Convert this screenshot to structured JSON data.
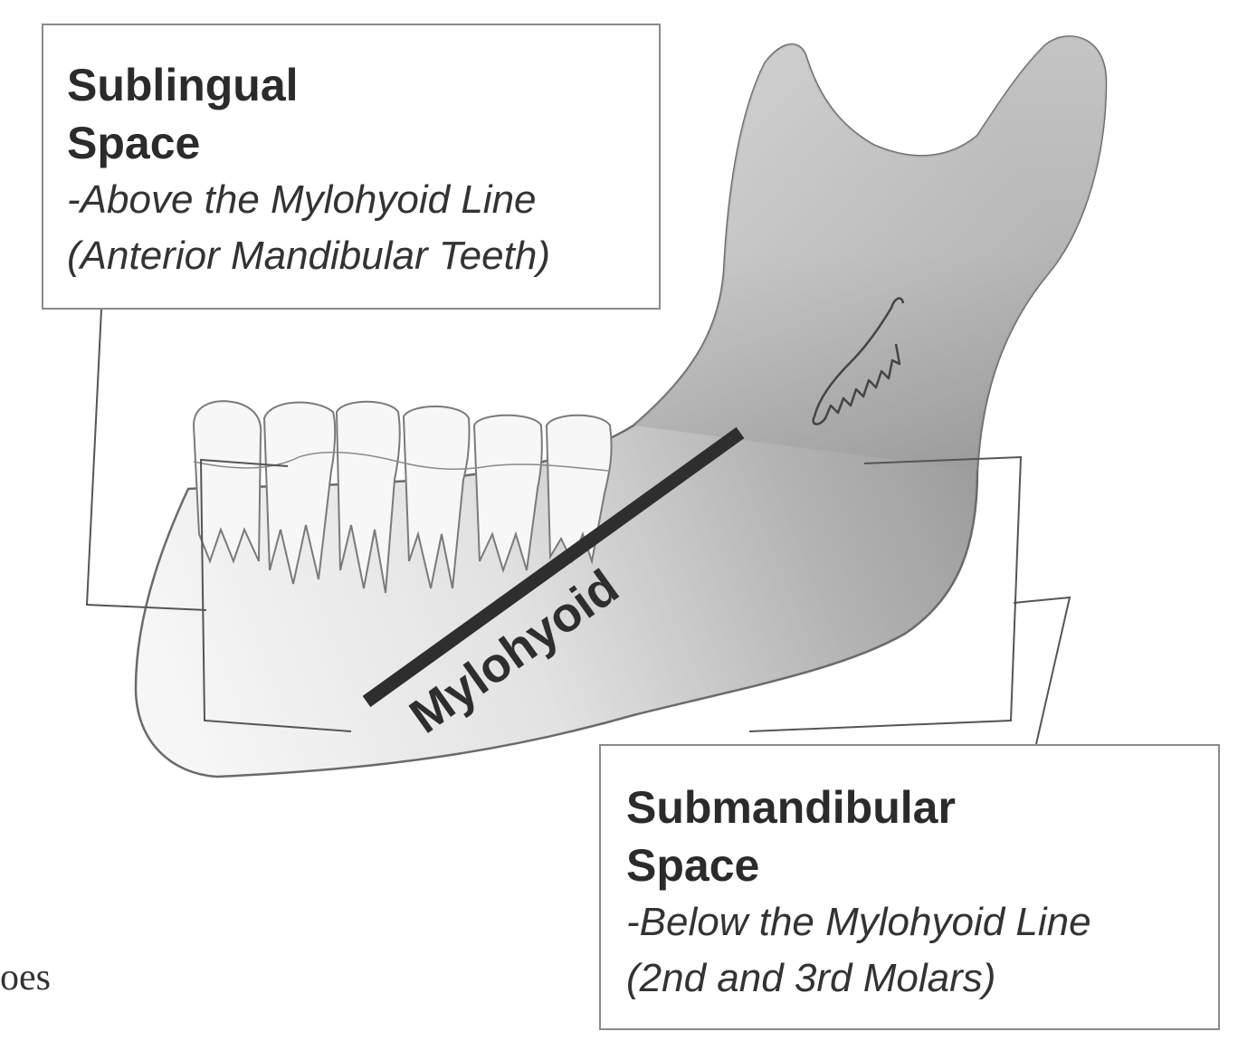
{
  "diagram": {
    "muscle_label": "Mylohyoid",
    "colors": {
      "jaw_light": "#f4f4f4",
      "jaw_dark": "#8c8c8c",
      "outline": "#6a6a6a",
      "muscle_line": "#2e2e2e",
      "leader_line": "#555555",
      "box_border": "#8a8a8a"
    }
  },
  "sublingual": {
    "title_line1": "Sublingual",
    "title_line2": "Space",
    "note_line1": "-Above the Mylohyoid Line",
    "note_line2": "(Anterior Mandibular Teeth)"
  },
  "submandibular": {
    "title_line1": "Submandibular",
    "title_line2": "Space",
    "note_line1": "-Below the Mylohyoid Line",
    "note_line2": "(2nd and 3rd Molars)"
  },
  "page_fragment": {
    "text": "oes"
  }
}
